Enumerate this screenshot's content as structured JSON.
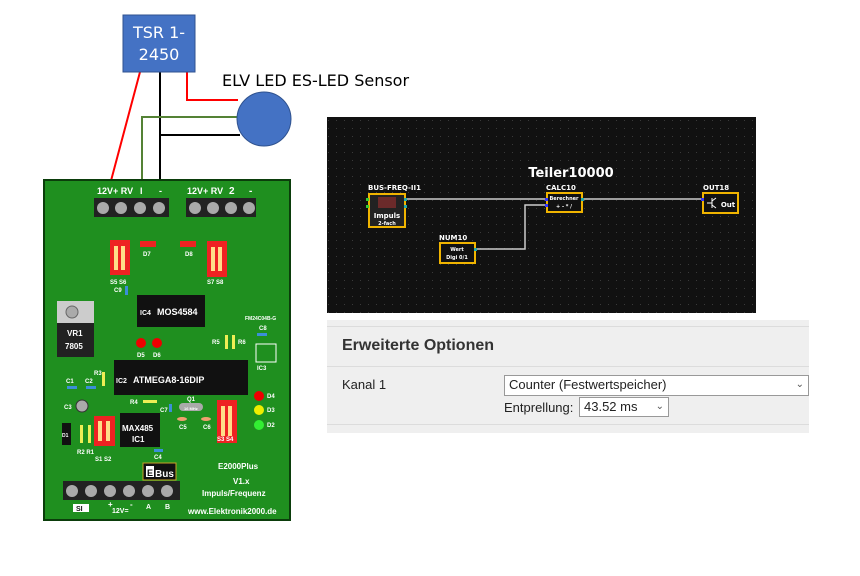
{
  "wiring": {
    "tsr_box": {
      "line1": "TSR 1-",
      "line2": "2450",
      "color": "#4472c4"
    },
    "sensor_label": "ELV LED ES-LED Sensor",
    "sensor_color": "#4472c4",
    "wire_colors": {
      "red": "#ff0000",
      "black": "#000000",
      "green": "#548235"
    }
  },
  "pcb": {
    "color": "#1f8f1f",
    "terminal1": {
      "label_power": "12V+ RV",
      "label_in": "I",
      "label_minus": "-"
    },
    "terminal2": {
      "label_power": "12V+ RV",
      "label_in": "2",
      "label_minus": "-"
    },
    "components": {
      "s5s6": "S5 S6",
      "s7s8": "S7 S8",
      "d7": "D7",
      "d8": "D8",
      "c9": "C9",
      "ic4_ref": "IC4",
      "ic4_name": "MOS4584",
      "vr1": "VR1",
      "vr1_type": "7805",
      "fm": "FM24C04B-G",
      "c8": "C8",
      "ic3": "IC3",
      "d5": "D5",
      "d6": "D6",
      "r5": "R5",
      "r6": "R6",
      "ic2_ref": "IC2",
      "ic2_name": "ATMEGA8-16DIP",
      "c1": "C1",
      "c2": "C2",
      "r3": "R3",
      "c3": "C3",
      "r4": "R4",
      "c7": "C7",
      "q1": "Q1",
      "q1_freq": "16 MHz",
      "c5": "C5",
      "c6": "C6",
      "s3s4": "S3 S4",
      "d4": "D4",
      "d3": "D3",
      "d2": "D2",
      "d1": "D1",
      "r2r1": "R2 R1",
      "s1s2": "S1 S2",
      "ic1_name": "MAX485",
      "ic1_ref": "IC1",
      "c4": "C4",
      "ebus_e": "E",
      "ebus_bus": "Bus"
    },
    "info": {
      "model": "E2000Plus",
      "version": "V1.x",
      "type": "Impuls/Frequenz",
      "url": "www.Elektronik2000.de"
    },
    "bottom_terminal": {
      "si": "SI",
      "plus": "+",
      "minus": "-",
      "voltage": "12V=",
      "a": "A",
      "b": "B"
    }
  },
  "logic_editor": {
    "title": "Teiler10000",
    "blocks": {
      "input": {
        "id": "BUS-FREQ-II1",
        "line1": "Impuls",
        "line2": "2-fach"
      },
      "calc": {
        "id": "CALC10",
        "line1": "Berechner",
        "line2": "+ - * /"
      },
      "output": {
        "id": "OUT18",
        "line1": "Out"
      },
      "number": {
        "id": "NUM10",
        "line1": "Wert",
        "line2": "Digi 0/1"
      }
    },
    "block_border_color": "#f0b400"
  },
  "options": {
    "title": "Erweiterte Optionen",
    "channel_label": "Kanal 1",
    "mode_value": "Counter (Festwertspeicher)",
    "debounce_label": "Entprellung:",
    "debounce_value": "43.52 ms"
  }
}
